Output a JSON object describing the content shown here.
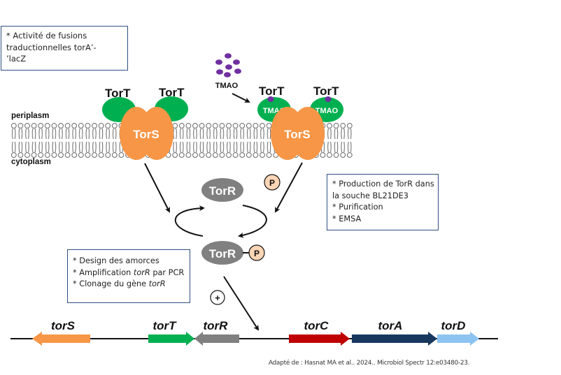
{
  "notes": {
    "top_left": {
      "lines": [
        "* Activité de fusions",
        "traductionnelles torA’-",
        "’lacZ"
      ]
    },
    "right": {
      "lines": [
        "* Production de TorR dans",
        "la souche BL21DE3",
        "* Purification",
        "* EMSA"
      ]
    },
    "bottom_left": {
      "line1": "* Design des amorces",
      "line2_pre": "* Amplification ",
      "line2_italic": "torR",
      "line2_post": " par PCR",
      "line3_pre": "* Clonage du gène ",
      "line3_italic": "torR"
    }
  },
  "membrane": {
    "top_label": "periplasm",
    "bottom_label": "cytoplasm"
  },
  "proteins": {
    "tort_label": "TorT",
    "tors_label": "TorS",
    "torr_label": "TorR",
    "tmao_label": "TMAO",
    "phosphate_label": "P",
    "activation_label": "+"
  },
  "genes": [
    {
      "name": "torS",
      "direction": "left",
      "color": "#f79646"
    },
    {
      "name": "torT",
      "direction": "right",
      "color": "#00b050"
    },
    {
      "name": "torR",
      "direction": "left",
      "color": "#808080"
    },
    {
      "name": "torC",
      "direction": "right",
      "color": "#c00000"
    },
    {
      "name": "torA",
      "direction": "right",
      "color": "#17375e"
    },
    {
      "name": "torD",
      "direction": "right",
      "color": "#8dc3f0"
    }
  ],
  "colors": {
    "tort": "#00b050",
    "tors": "#f79646",
    "torr": "#808080",
    "phosphate": "#fbd5b5",
    "tmao_molecule": "#7030a0",
    "note_border": "#2f4f7f"
  },
  "citation": "Adapté de : Hasnat MA et al.. 2024.. Microbiol Spectr 12:e03480-23."
}
